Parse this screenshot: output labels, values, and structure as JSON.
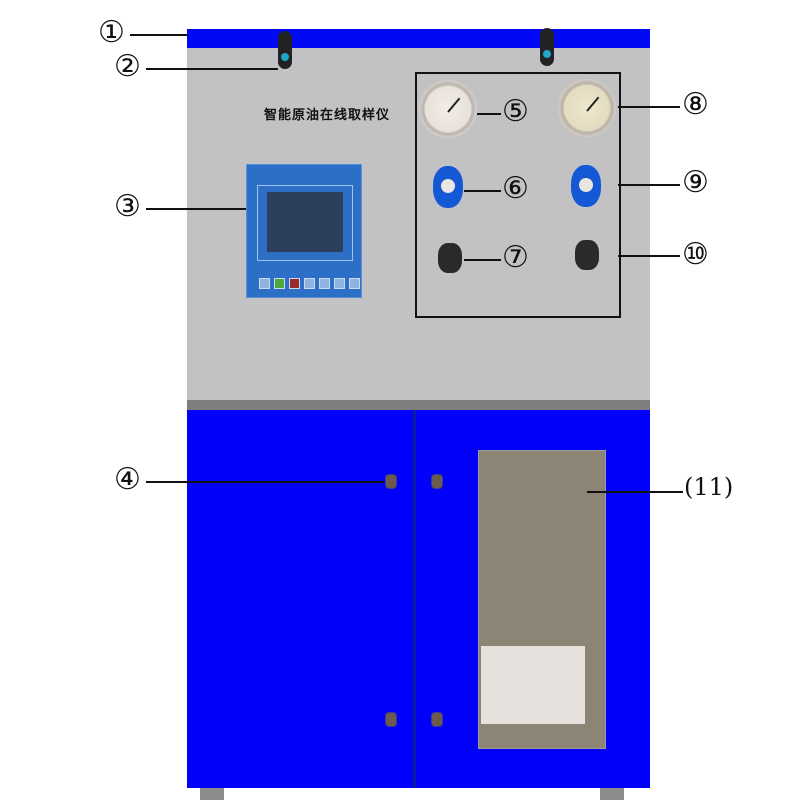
{
  "device": {
    "title": "智能原油在线取样仪",
    "colors": {
      "cabinet_blue": "#0000fb",
      "panel_gray": "#c2c2c4",
      "window_taupe": "#8c8576",
      "hmi_blue": "#2d6fc7",
      "knob_blue": "#1558d6"
    }
  },
  "callouts": [
    {
      "id": 1,
      "label": "①",
      "part": "top-strip"
    },
    {
      "id": 2,
      "label": "②",
      "part": "top-latch"
    },
    {
      "id": 3,
      "label": "③",
      "part": "hmi-panel"
    },
    {
      "id": 4,
      "label": "④",
      "part": "door-lock"
    },
    {
      "id": 5,
      "label": "⑤",
      "part": "pressure-gauge-left"
    },
    {
      "id": 6,
      "label": "⑥",
      "part": "needle-valve-left"
    },
    {
      "id": 7,
      "label": "⑦",
      "part": "ball-valve-left"
    },
    {
      "id": 8,
      "label": "⑧",
      "part": "pressure-gauge-right"
    },
    {
      "id": 9,
      "label": "⑨",
      "part": "needle-valve-right"
    },
    {
      "id": 10,
      "label": "⑩",
      "part": "ball-valve-right"
    },
    {
      "id": 11,
      "label": "(11)",
      "part": "sample-window"
    }
  ],
  "hmi": {
    "keys": [
      "key-1",
      "key-2-green",
      "key-3-red",
      "key-4",
      "key-5",
      "key-6",
      "key-7"
    ]
  }
}
